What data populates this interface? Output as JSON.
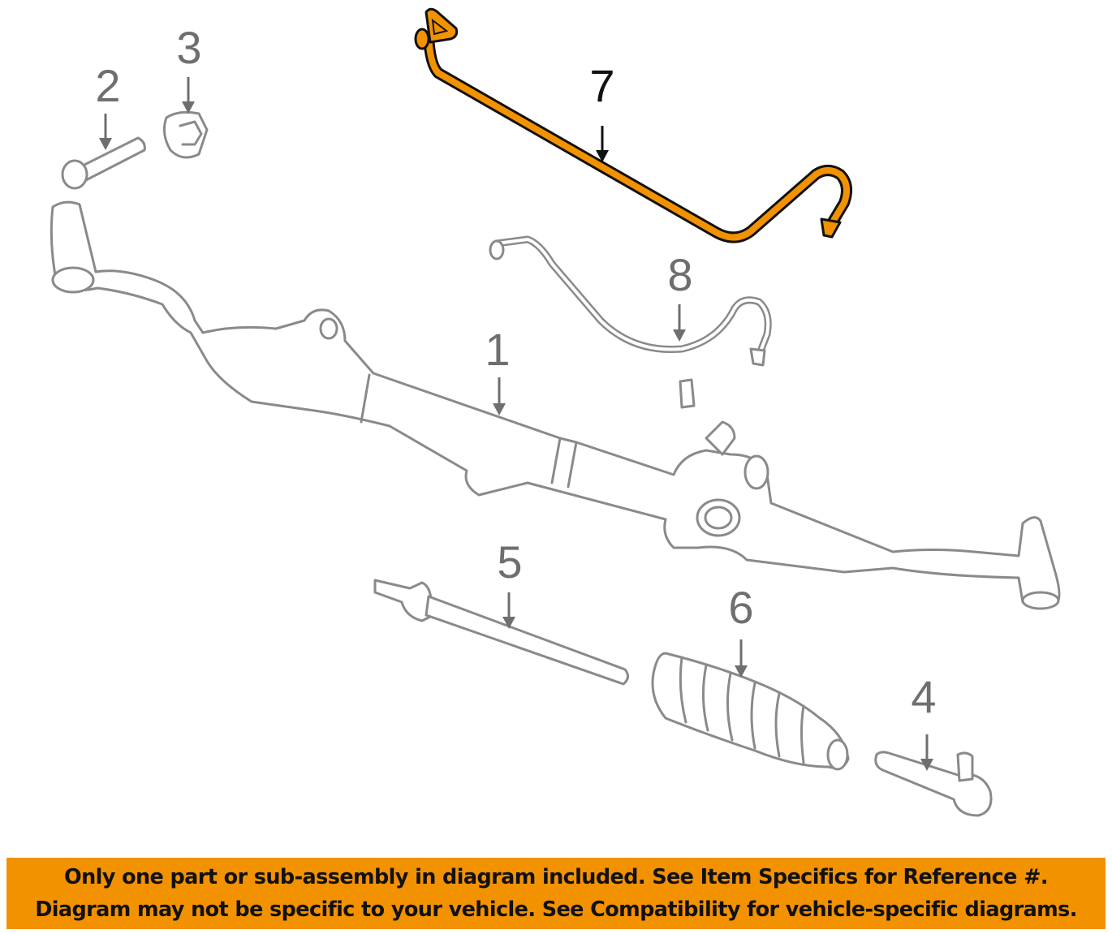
{
  "diagram": {
    "title": "Steering gear & linkage parts diagram",
    "highlight_color": "#f39200",
    "callouts": [
      {
        "number": "1",
        "part": "steering-gear-rack"
      },
      {
        "number": "2",
        "part": "bolt"
      },
      {
        "number": "3",
        "part": "nut"
      },
      {
        "number": "4",
        "part": "outer-tie-rod-end"
      },
      {
        "number": "5",
        "part": "inner-tie-rod"
      },
      {
        "number": "6",
        "part": "rack-boot"
      },
      {
        "number": "7",
        "part": "pressure-line",
        "highlighted": true
      },
      {
        "number": "8",
        "part": "return-line"
      }
    ]
  },
  "banner": {
    "line1": "Only one part or sub-assembly in diagram included. See Item Specifics for Reference #.",
    "line2": "Diagram may not be specific to your vehicle. See Compatibility for vehicle-specific diagrams.",
    "background": "#f39200"
  }
}
